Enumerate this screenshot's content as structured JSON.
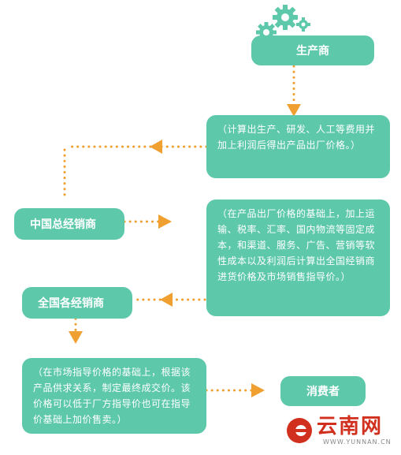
{
  "colors": {
    "node_fill": "#5dc8aa",
    "connector": "#f0a030",
    "gear": "#5dc8aa",
    "brand_red": "#d2301f"
  },
  "nodes": {
    "producer": "生产商",
    "factory_price": "（计算出生产、研发、人工等费用并加上利润后得出产品出厂价格。）",
    "national_distributor": "中国总经销商",
    "distributor_pricing": "（在产品出厂价格的基础上，加上运输、税率、汇率、国内物流等固定成本，和渠道、服务、广告、营销等软性成本以及利润后计算出全国经销商进货价格及市场销售指导价。）",
    "regional_distributors": "全国各经销商",
    "final_pricing": "（在市场指导价格的基础上，根据该产品供求关系，制定最终成交价。该价格可以低于厂方指导价也可在指导价基础上加价售卖。）",
    "consumer": "消费者"
  },
  "icons": {
    "top_decoration": "gears-icon",
    "watermark_logo": "yunnan-net-logo"
  },
  "watermark": {
    "text": "云南网",
    "url": "WWW.YUNNAN.CN"
  }
}
